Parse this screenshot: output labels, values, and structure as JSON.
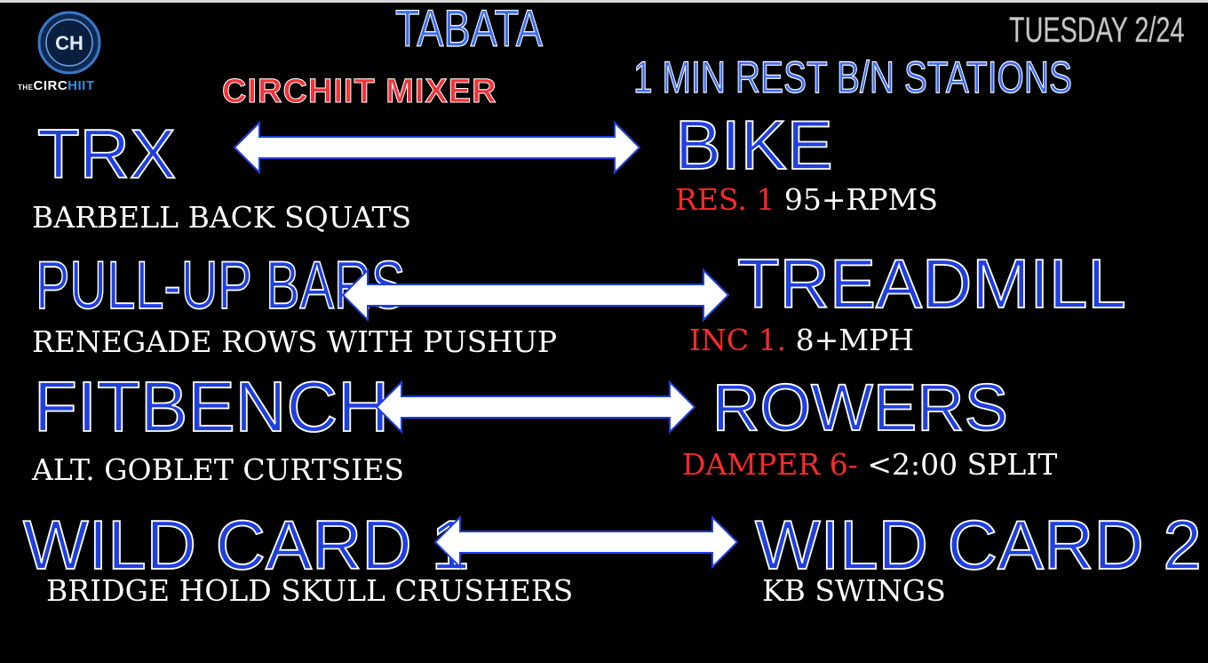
{
  "header": {
    "title": "TABATA",
    "subtitle": "CIRCHIIT MIXER",
    "date": "TUESDAY 2/24",
    "rest_note": "1 MIN REST B/N STATIONS"
  },
  "logo": {
    "monogram": "CH",
    "brand_prefix": "THE",
    "brand_main": "CIRC",
    "brand_accent": "HIIT"
  },
  "colors": {
    "background": "#000000",
    "station_blue": "#1f3fe0",
    "accent_red": "#ff2a2a",
    "outline": "#ffffff"
  },
  "pairs": [
    {
      "left": {
        "station": "TRX",
        "exercise": "BARBELL BACK SQUATS"
      },
      "right": {
        "station": "BIKE",
        "setting": "RES. 1",
        "target": "95+RPMS"
      }
    },
    {
      "left": {
        "station": "PULL-UP BARS",
        "exercise": "RENEGADE ROWS WITH PUSHUP"
      },
      "right": {
        "station": "TREADMILL",
        "setting": "INC 1.",
        "target": "8+MPH"
      }
    },
    {
      "left": {
        "station": "FITBENCH",
        "exercise": "ALT. GOBLET CURTSIES"
      },
      "right": {
        "station": "ROWERS",
        "setting": "DAMPER 6-",
        "target": "<2:00 SPLIT"
      }
    },
    {
      "left": {
        "station": "WILD CARD 1",
        "exercise": "BRIDGE HOLD SKULL CRUSHERS"
      },
      "right": {
        "station": "WILD CARD 2",
        "exercise": "KB SWINGS"
      }
    }
  ],
  "icons": {
    "arrow": "double-headed-arrow-icon",
    "logo": "circhiit-logo-icon"
  }
}
